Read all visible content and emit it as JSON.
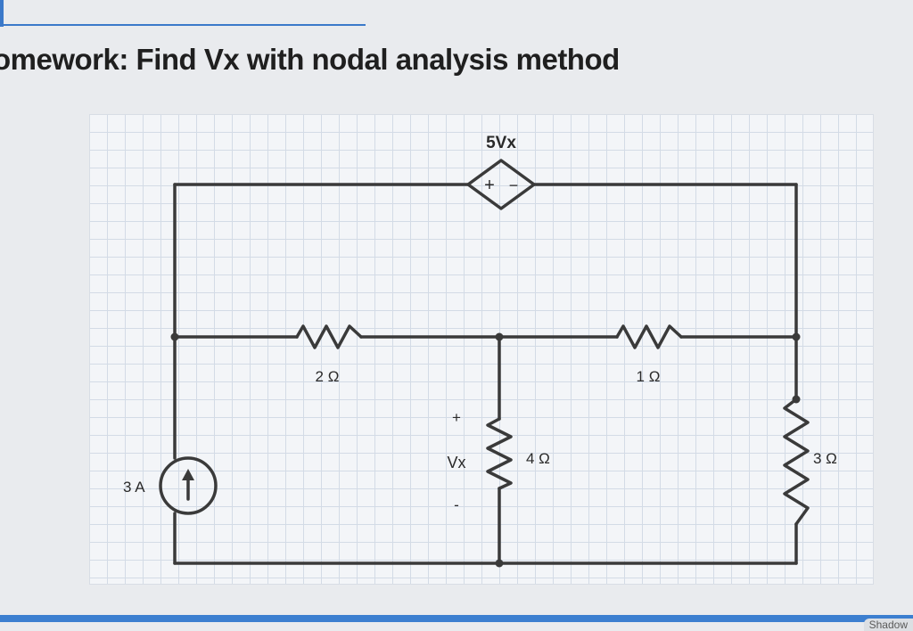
{
  "title": "omework: Find Vx with nodal analysis method",
  "circuit": {
    "dep_source_label": "5Vx",
    "dep_source_plus": "+",
    "dep_source_minus": "−",
    "r_left_label": "2 Ω",
    "r_right_label": "1 Ω",
    "r_mid_label": "4 Ω",
    "r_far_label": "3 Ω",
    "current_source_label": "3 A",
    "vx_plus": "+",
    "vx_label": "Vx",
    "vx_minus": "-"
  },
  "footer": {
    "tab_label": "Shadow"
  },
  "colors": {
    "accent": "#3b79c9",
    "wire": "#3a3a3a"
  }
}
